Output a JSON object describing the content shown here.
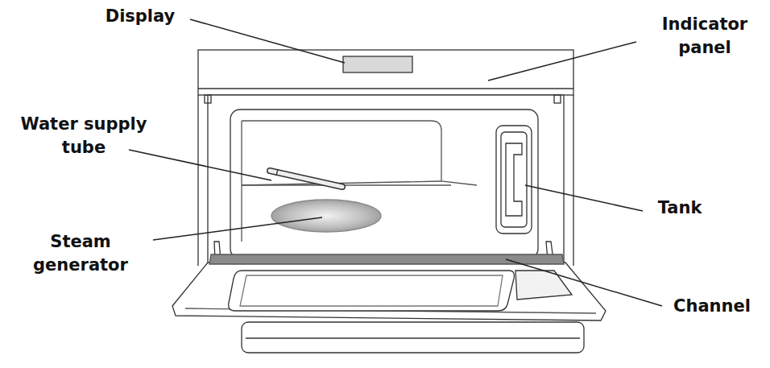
{
  "diagram": {
    "labels": [
      "Display",
      "Indicator panel",
      "Water supply tube",
      "Tank",
      "Steam generator",
      "Channel"
    ]
  }
}
